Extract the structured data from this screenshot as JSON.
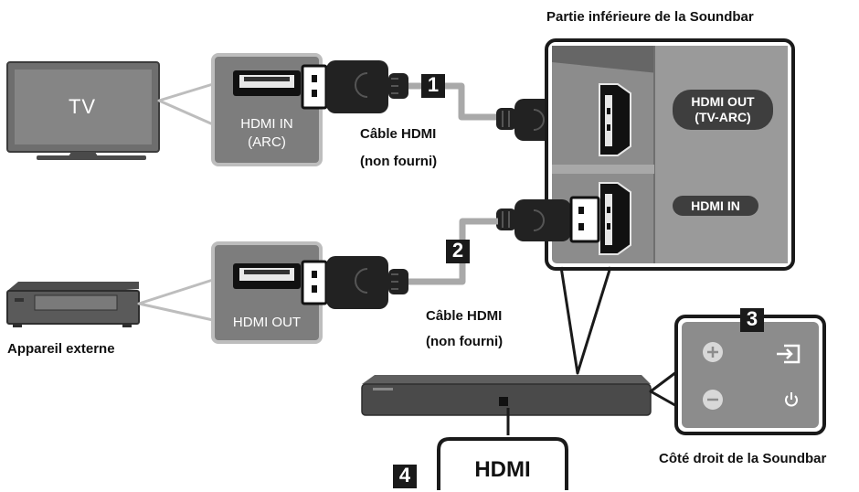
{
  "tv": {
    "label": "TV"
  },
  "tv_port": {
    "line1": "HDMI IN",
    "line2": "(ARC)"
  },
  "ext_port": {
    "label": "HDMI OUT"
  },
  "cable1": {
    "line1": "Câble HDMI",
    "line2": "(non fourni)"
  },
  "cable2": {
    "line1": "Câble HDMI",
    "line2": "(non fourni)"
  },
  "steps": {
    "s1": "1",
    "s2": "2",
    "s3": "3",
    "s4": "4"
  },
  "soundbar_bottom": {
    "caption": "Partie inférieure de la Soundbar",
    "port_top_line1": "HDMI OUT",
    "port_top_line2": "(TV-ARC)",
    "port_bottom": "HDMI IN"
  },
  "device": {
    "caption": "Appareil externe"
  },
  "soundbar_side": {
    "caption": "Côté droit de la Soundbar"
  },
  "display": {
    "text": "HDMI"
  },
  "icons": {
    "plus": "plus-icon",
    "minus": "minus-icon",
    "source": "source-input-icon",
    "power": "power-icon"
  }
}
